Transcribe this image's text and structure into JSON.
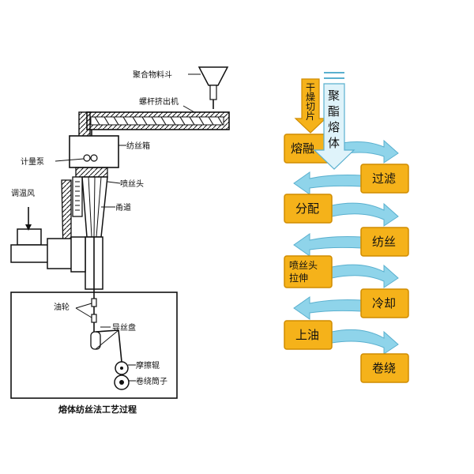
{
  "left_diagram": {
    "caption": "熔体纺丝法工艺过程",
    "labels": {
      "hopper": "聚合物料斗",
      "extruder": "螺杆挤出机",
      "spin_box": "纺丝箱",
      "meter_pump": "计量泵",
      "spinneret": "喷丝头",
      "air": "调温风",
      "channel": "甬道",
      "oil_wheel": "油轮",
      "guide_disc": "导丝盘",
      "friction_roll": "摩擦辊",
      "winding_tube": "卷绕筒子"
    }
  },
  "flow": {
    "input_chip": "干燥切片",
    "input_melt": [
      "聚",
      "酯",
      "熔",
      "体"
    ],
    "steps": [
      {
        "label": "熔融"
      },
      {
        "label": "过滤"
      },
      {
        "label": "分配"
      },
      {
        "label": "纺丝"
      },
      {
        "label": "喷丝头拉伸"
      },
      {
        "label": "冷却"
      },
      {
        "label": "上油"
      },
      {
        "label": "卷绕"
      }
    ]
  }
}
